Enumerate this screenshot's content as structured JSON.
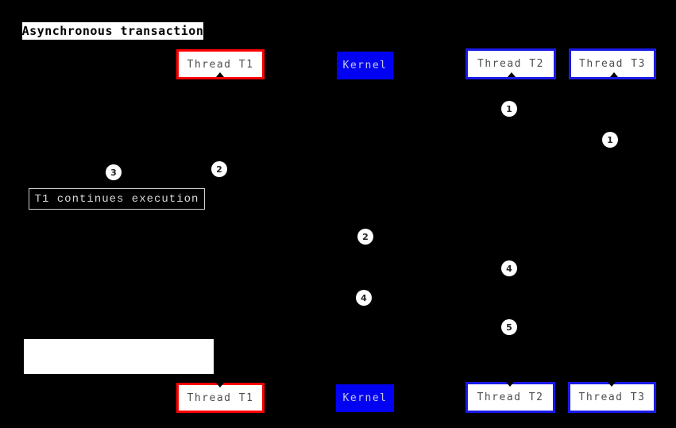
{
  "diagram": {
    "title": "Asynchronous transaction",
    "background_color": "#000000",
    "colors": {
      "thread_t1_border": "#ff0000",
      "thread_t2_t3_border": "#1a1ae8",
      "kernel_fill": "#0202f2",
      "kernel_text": "#c8c8e8",
      "entity_text": "#4d4d4d",
      "marker_fill": "#ffffff",
      "note_border": "#cfcfcf",
      "note_text": "#d8d8d8"
    },
    "entities": [
      {
        "id": "thread-t1",
        "label": "Thread T1",
        "style": "red-border"
      },
      {
        "id": "kernel",
        "label": "Kernel",
        "style": "blue-fill"
      },
      {
        "id": "thread-t2",
        "label": "Thread T2",
        "style": "blue-border"
      },
      {
        "id": "thread-t3",
        "label": "Thread T3",
        "style": "blue-border"
      }
    ],
    "notes": [
      {
        "text": "T1 continues execution",
        "style": "dark-outlined"
      },
      {
        "text": "",
        "style": "blank-white"
      }
    ],
    "markers": [
      {
        "n": "1",
        "near": "thread-t2"
      },
      {
        "n": "1",
        "near": "thread-t3"
      },
      {
        "n": "2",
        "near": "thread-t1"
      },
      {
        "n": "3",
        "near": "left-of-thread-t1"
      },
      {
        "n": "2",
        "near": "kernel"
      },
      {
        "n": "4",
        "near": "thread-t2"
      },
      {
        "n": "4",
        "near": "kernel"
      },
      {
        "n": "5",
        "near": "thread-t2"
      }
    ]
  }
}
